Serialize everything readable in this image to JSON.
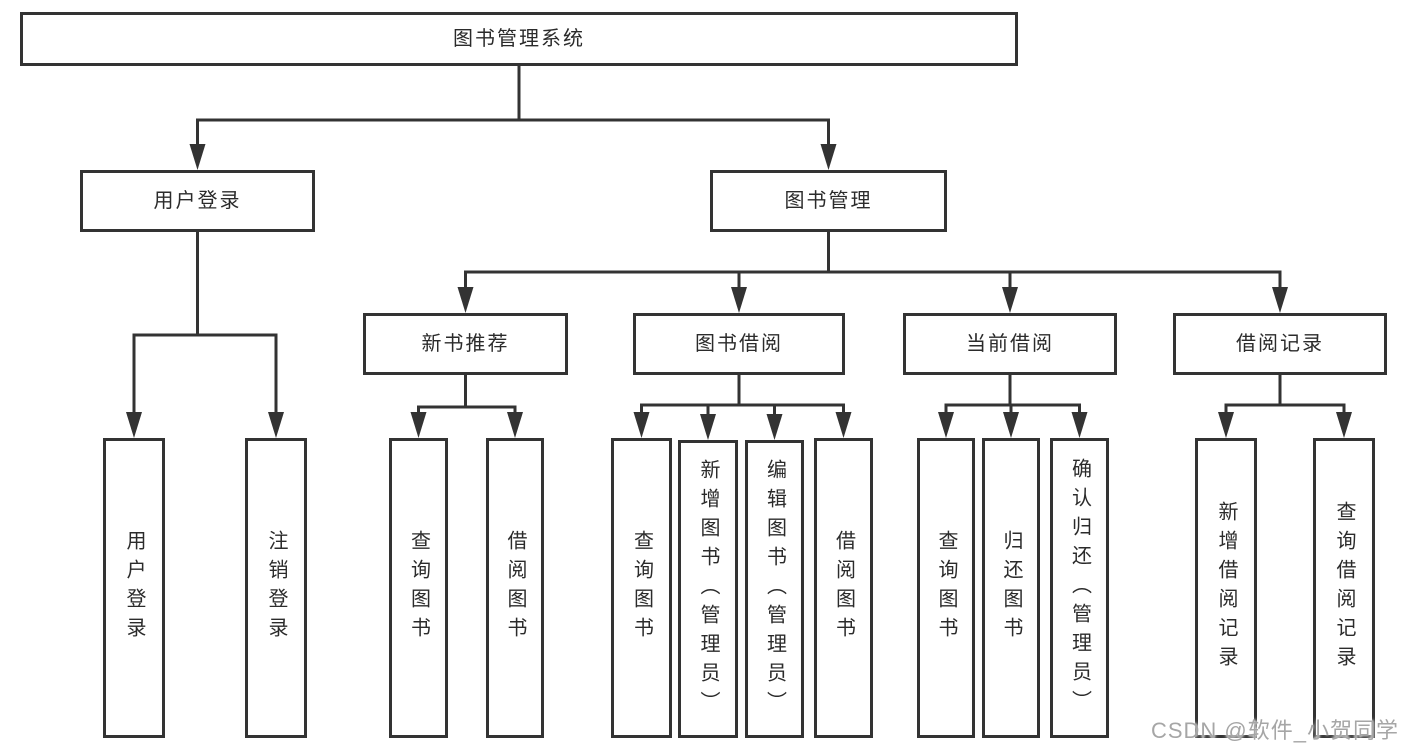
{
  "diagram": {
    "title": "图书管理系统",
    "colors": {
      "line": "#333333",
      "box_border": "#333333",
      "text": "#2b2b2b",
      "background": "#ffffff",
      "watermark": "#a6a6a6"
    },
    "nodes": [
      {
        "id": "root",
        "label": "图书管理系统",
        "level": 1
      },
      {
        "id": "user-login",
        "label": "用户登录",
        "level": 2,
        "parent": "root"
      },
      {
        "id": "book-management",
        "label": "图书管理",
        "level": 2,
        "parent": "root"
      },
      {
        "id": "new-book-recommend",
        "label": "新书推荐",
        "level": 3,
        "parent": "book-management"
      },
      {
        "id": "book-borrow",
        "label": "图书借阅",
        "level": 3,
        "parent": "book-management"
      },
      {
        "id": "current-borrow",
        "label": "当前借阅",
        "level": 3,
        "parent": "book-management"
      },
      {
        "id": "borrow-record",
        "label": "借阅记录",
        "level": 3,
        "parent": "book-management"
      },
      {
        "id": "leaf-user-login",
        "label": "用户登录",
        "level": 4,
        "parent": "user-login"
      },
      {
        "id": "leaf-logout",
        "label": "注销登录",
        "level": 4,
        "parent": "user-login"
      },
      {
        "id": "leaf-query-book-1",
        "label": "查询图书",
        "level": 4,
        "parent": "new-book-recommend"
      },
      {
        "id": "leaf-borrow-book-1",
        "label": "借阅图书",
        "level": 4,
        "parent": "new-book-recommend"
      },
      {
        "id": "leaf-query-book-2",
        "label": "查询图书",
        "level": 4,
        "parent": "book-borrow"
      },
      {
        "id": "leaf-add-book",
        "label": "新增图书（管理员）",
        "level": 4,
        "parent": "book-borrow"
      },
      {
        "id": "leaf-edit-book",
        "label": "编辑图书（管理员）",
        "level": 4,
        "parent": "book-borrow"
      },
      {
        "id": "leaf-borrow-book-2",
        "label": "借阅图书",
        "level": 4,
        "parent": "book-borrow"
      },
      {
        "id": "leaf-query-book-3",
        "label": "查询图书",
        "level": 4,
        "parent": "current-borrow"
      },
      {
        "id": "leaf-return-book",
        "label": "归还图书",
        "level": 4,
        "parent": "current-borrow"
      },
      {
        "id": "leaf-confirm-return",
        "label": "确认归还（管理员）",
        "level": 4,
        "parent": "current-borrow"
      },
      {
        "id": "leaf-add-record",
        "label": "新增借阅记录",
        "level": 4,
        "parent": "borrow-record"
      },
      {
        "id": "leaf-query-record",
        "label": "查询借阅记录",
        "level": 4,
        "parent": "borrow-record"
      }
    ]
  },
  "watermark": {
    "text": "CSDN @软件_小贺同学"
  }
}
